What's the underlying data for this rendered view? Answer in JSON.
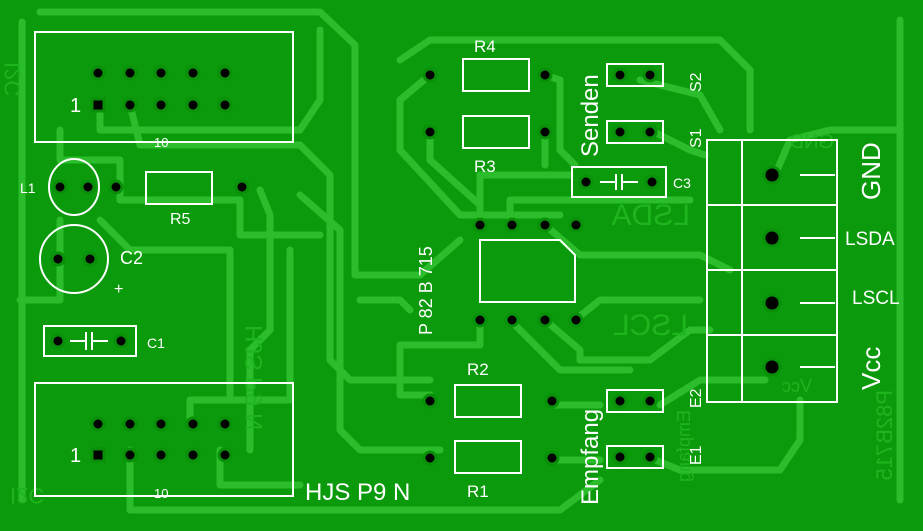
{
  "colors": {
    "board": "#0b9a0b",
    "trace": "#2bbd2b",
    "mirror_text": "#1fb51f",
    "silkscreen": "#ffffff",
    "pad_ring": "#0a8f0a",
    "hole": "#000000"
  },
  "connectors": {
    "top_pin1": "1",
    "top_pin10": "10",
    "bottom_pin1": "1",
    "bottom_pin10": "10"
  },
  "components": {
    "r1": "R1",
    "r2": "R2",
    "r3": "R3",
    "r4": "R4",
    "r5": "R5",
    "l1": "L1",
    "c1": "C1",
    "c2": "C2",
    "c2_polarity": "+",
    "c3": "C3",
    "ic": "P 82 B 715",
    "s1": "S1",
    "s2": "S2",
    "e1": "E1",
    "e2": "E2",
    "senden": "Senden",
    "empfang": "Empfang",
    "board_name": "HJS P9 N"
  },
  "terminal": {
    "gnd": "GND",
    "lsda": "LSDA",
    "lscl": "LSCL",
    "vcc": "Vcc"
  },
  "mirrored": {
    "i2c_top": "I2C",
    "i2c_bottom": "I2C",
    "hjs": "HJS P9 N",
    "lsda": "LSDA",
    "lscl": "LSCL",
    "gnd": "GND",
    "vcc": "Vcc",
    "chip": "P82B715",
    "empfang": "Empfang"
  }
}
